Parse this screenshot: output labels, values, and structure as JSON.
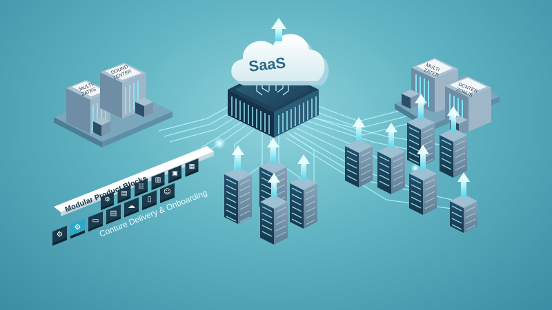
{
  "cloud": {
    "label": "SaaS"
  },
  "datacenters": {
    "left": {
      "labels": [
        "MULTI-\nZATES",
        "DOUND\nZENTER"
      ]
    },
    "right": {
      "labels": [
        "MULTI\nZATER",
        "DCNTER\nZONUS"
      ]
    }
  },
  "module_strip": {
    "title": "Modular Product Blocks",
    "subtitle": "Conture Delivery & Onboarding",
    "top_icons": [
      "settings-icon",
      "document-icon",
      "users-icon",
      "file-icon",
      "user-card-icon",
      "table-icon"
    ],
    "bottom_icons": [
      "gear-icon",
      "gear-accent-icon",
      "computer-icon",
      "document-icon",
      "cloud-icon",
      "mobile-icon",
      "user-icon"
    ]
  },
  "colors": {
    "background": "#5fb3c2",
    "server_dark": "#1e3f57",
    "server_light": "#7a97ad",
    "glow": "#9ff6ff",
    "module_tile": "#193a4d",
    "accent_tile": "#2fa8c8"
  }
}
